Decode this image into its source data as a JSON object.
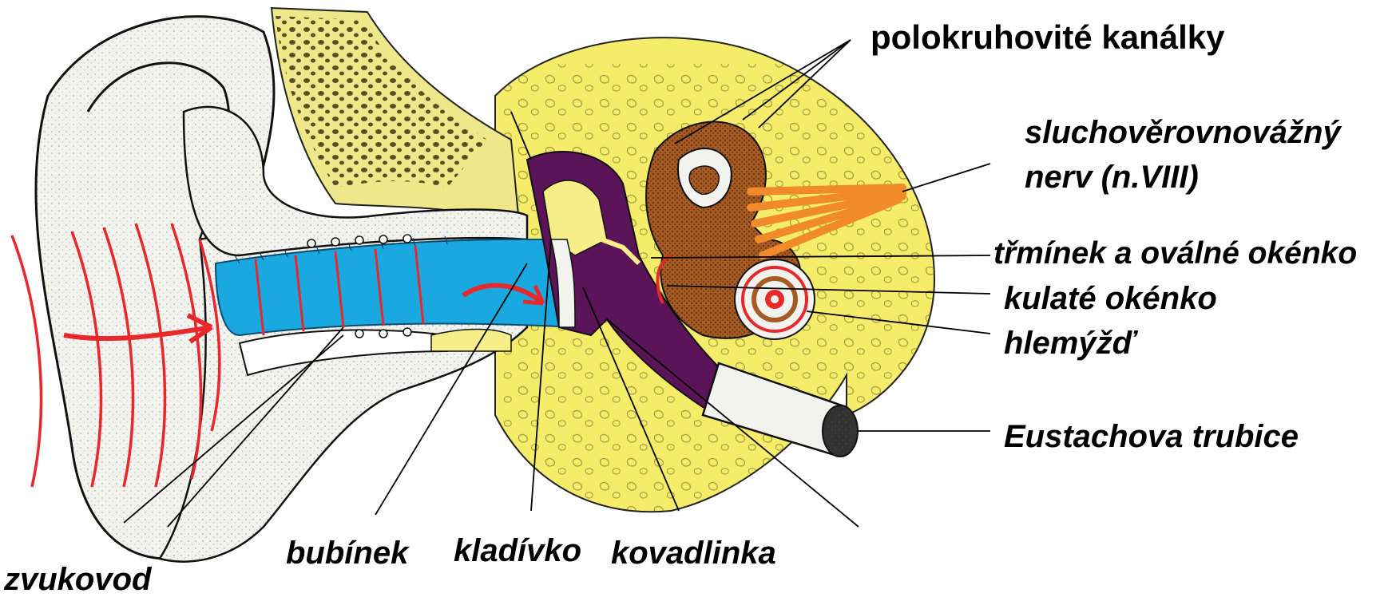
{
  "labels": {
    "semicircular_canals": "polokruhovité kanálky",
    "nerve_line1": "sluchověrovnovážný",
    "nerve_line2": "nerv (n.VIII)",
    "stapes_oval_window": "třmínek a oválné okénko",
    "round_window": "kulaté okénko",
    "cochlea": "hlemýžď",
    "eustachian_tube": "Eustachova trubice",
    "ear_canal": "zvukovod",
    "eardrum": "bubínek",
    "malleus": "kladívko",
    "incus": "kovadlinka"
  },
  "colors": {
    "bone_yellow": "#f5ec6a",
    "pale_yellow": "#f7ee8a",
    "canal_blue": "#19a9e0",
    "middle_ear_purple": "#5b1458",
    "inner_ear_brown": "#a65a24",
    "nerve_orange": "#f08a2a",
    "sound_wave_red": "#e8282b",
    "skin_light": "#f2f2ef",
    "line_black": "#000000"
  }
}
